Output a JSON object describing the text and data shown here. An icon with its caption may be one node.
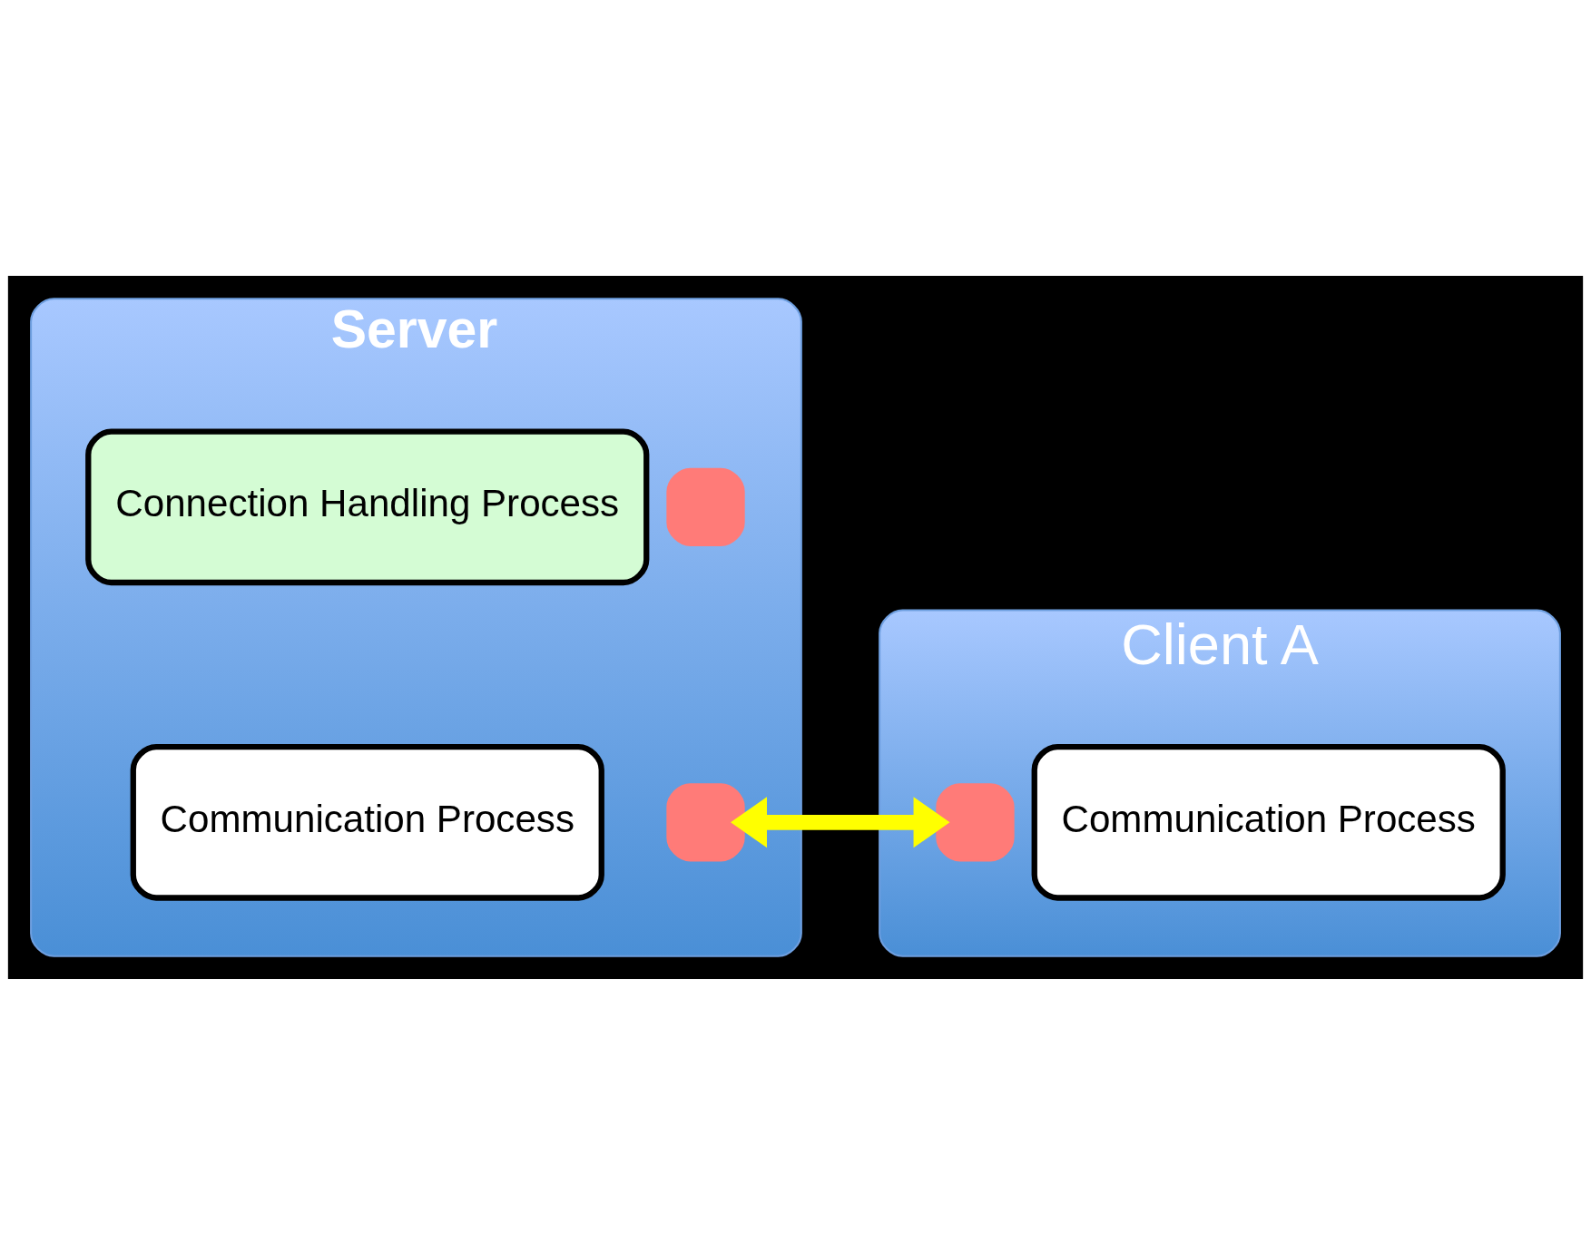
{
  "diagram": {
    "nodes": [
      {
        "text": [
          "Server"
        ]
      },
      {
        "text": [
          "Connection Handling Process"
        ],
        "in": 0
      },
      {
        "text": [],
        "shape": "box",
        "in": 0
      },
      {
        "text": [
          "Communication Process"
        ],
        "in": 0
      },
      {
        "text": [],
        "shape": "box",
        "in": 0
      },
      {
        "text": [
          "Client A"
        ]
      },
      {
        "text": [],
        "shape": "box",
        "in": 5
      },
      {
        "text": [
          "Communication Process"
        ],
        "in": 5
      }
    ],
    "edges": [
      {
        "from": 4,
        "to": 6,
        "arrow": "both",
        "color": "#ffff00"
      }
    ]
  }
}
